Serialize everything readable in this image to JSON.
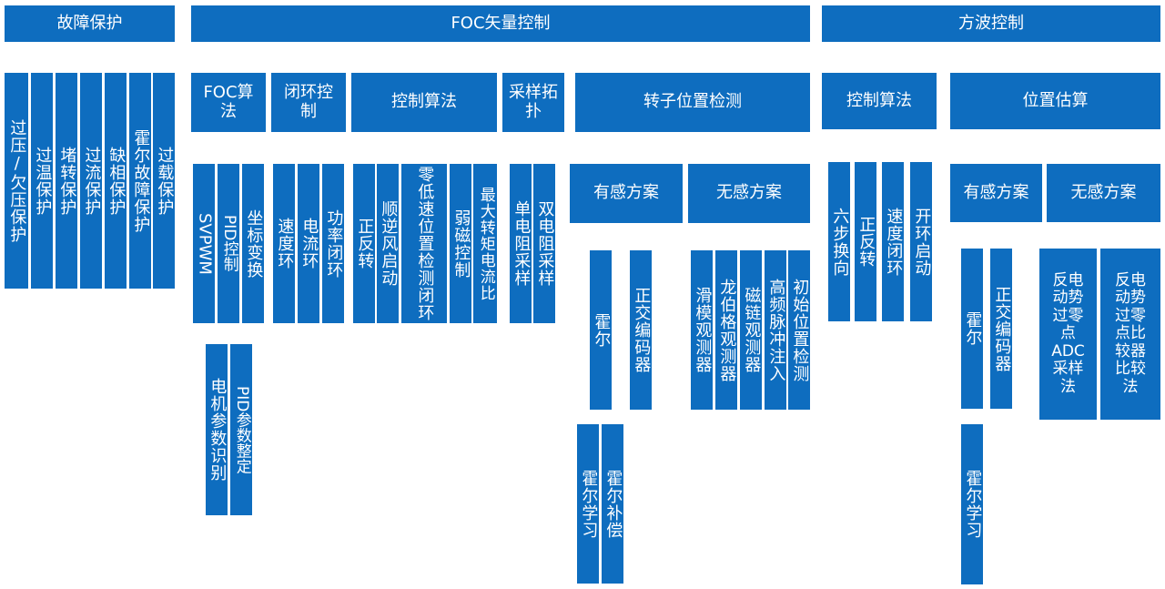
{
  "headers": {
    "fault": "故障保护",
    "foc": "FOC矢量控制",
    "square": "方波控制"
  },
  "fault_items": [
    "过压/欠压保护",
    "过温保护",
    "堵转保护",
    "过流保护",
    "缺相保护",
    "霍尔故障保护",
    "过载保护"
  ],
  "foc": {
    "categories": {
      "algo": "FOC算法",
      "loop": "闭环控制",
      "ctrl": "控制算法",
      "sample": "采样拓扑",
      "rotor": "转子位置检测"
    },
    "algo_items": [
      "SVPWM",
      "PID控制",
      "坐标变换"
    ],
    "algo_sub": [
      "电机参数识别",
      "PID参数整定"
    ],
    "loop_items": [
      "速度环",
      "电流环",
      "功率闭环"
    ],
    "ctrl_items": [
      "正反转",
      "顺逆风启动",
      "零低速位置检测闭环",
      "弱磁控制",
      "最大转矩电流比"
    ],
    "sample_items": [
      "单电阻采样",
      "双电阻采样"
    ],
    "sensored": "有感方案",
    "sensorless": "无感方案",
    "sensored_items": [
      "霍尔",
      "正交编码器"
    ],
    "hall_sub": [
      "霍尔学习",
      "霍尔补偿"
    ],
    "sensorless_items": [
      "滑模观测器",
      "龙伯格观测器",
      "磁链观测器",
      "高频脉冲注入",
      "初始位置检测"
    ]
  },
  "square": {
    "categories": {
      "ctrl": "控制算法",
      "pos": "位置估算"
    },
    "ctrl_items": [
      "六步换向",
      "正反转",
      "速度闭环",
      "开环启动"
    ],
    "sensored": "有感方案",
    "sensorless": "无感方案",
    "sensored_items": [
      "霍尔",
      "正交编码器"
    ],
    "hall_sub": "霍尔学习",
    "bemf_adc": [
      "反电",
      "动势",
      "过零",
      "点",
      "ADC",
      "采样",
      "法"
    ],
    "bemf_cmp": [
      "反电",
      "动势",
      "过零",
      "点比",
      "较器",
      "比较",
      "法"
    ]
  },
  "colors": {
    "box": "#0e6dbf",
    "text": "#ffffff",
    "background": "#ffffff"
  }
}
